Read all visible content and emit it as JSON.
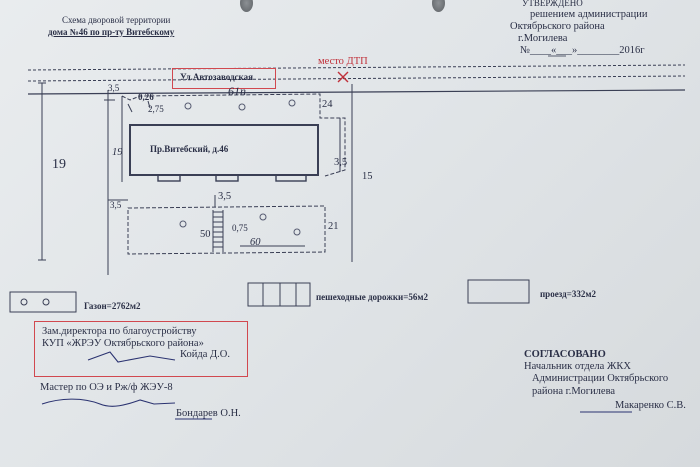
{
  "title": {
    "line1": "Схема дворовой территории",
    "line2": "дома №46 по пр-ту Витебскому"
  },
  "approval_top": {
    "line1": "УТВЕРЖДЕНО",
    "line2": "решением администрации",
    "line3": "Октябрьского района",
    "line4": "г.Могилева",
    "line5": "№____«___»________2016г"
  },
  "street_label": "Ул.Автозаводская",
  "accident_label": "место ДТП",
  "building_label": "Пр.Витебский, д.46",
  "dimensions": {
    "top_length": "61п",
    "d_026": "0,26",
    "d_275": "2,75",
    "d_24": "24",
    "d_35_top": "3,5",
    "d_19": "19",
    "d_19_inner": "19",
    "d_35_mid": "3,5",
    "d_15": "15",
    "d_35_low": "3,5",
    "d_35_left": "3,5",
    "d_50": "50",
    "d_075": "0,75",
    "d_21": "21",
    "d_60": "60"
  },
  "legend": {
    "lawn": "Газон=2762м2",
    "paths": "пешеходные дорожки=56м2",
    "driveway": "проезд=332м2"
  },
  "deputy": {
    "line1": "Зам.директора по благоустройству",
    "line2": "КУП «ЖРЭУ Октябрьского района»",
    "name": "Койда Д.О."
  },
  "agreed": {
    "line1": "СОГЛАСОВАНО",
    "line2": "Начальник отдела ЖКХ",
    "line3": "Администрации Октябрьского",
    "line4": "района г.Могилева",
    "name": "Макаренко С.В."
  },
  "master": {
    "line1": "Мастер по ОЭ и Рж/ф ЖЭУ-8",
    "name": "Бондарев О.Н."
  },
  "colors": {
    "ink": "#2a2f46",
    "red": "#c0303a",
    "paper": "#e4e7ea"
  }
}
